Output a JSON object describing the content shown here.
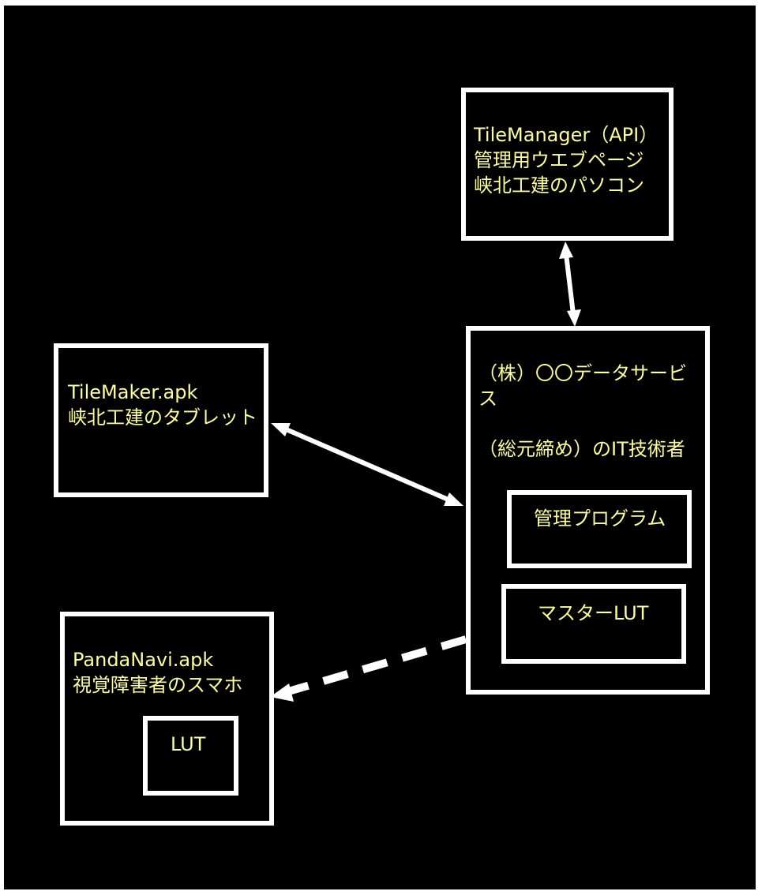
{
  "colors": {
    "background": "#000000",
    "border": "#ffffff",
    "text": "#ffff99"
  },
  "nodes": {
    "tile_manager": {
      "lines": [
        "TileManager（API）",
        "管理用ウエブページ",
        "峡北工建のパソコン"
      ]
    },
    "tile_maker": {
      "lines": [
        "TileMaker.apk",
        "峡北工建のタブレット"
      ]
    },
    "data_service": {
      "lines": [
        "（株）〇〇データサービ",
        "ス",
        "",
        "（総元締め）のIT技術者"
      ]
    },
    "management_program": {
      "label": "管理プログラム"
    },
    "master_lut": {
      "label": "マスターLUT"
    },
    "panda_navi": {
      "lines": [
        "PandaNavi.apk",
        "視覚障害者のスマホ"
      ]
    },
    "lut": {
      "label": "LUT"
    }
  },
  "connections": [
    {
      "from": "tile_manager",
      "to": "data_service",
      "style": "solid",
      "direction": "both"
    },
    {
      "from": "tile_maker",
      "to": "data_service",
      "style": "solid",
      "direction": "both"
    },
    {
      "from": "data_service",
      "to": "panda_navi",
      "style": "dashed",
      "direction": "forward"
    }
  ]
}
